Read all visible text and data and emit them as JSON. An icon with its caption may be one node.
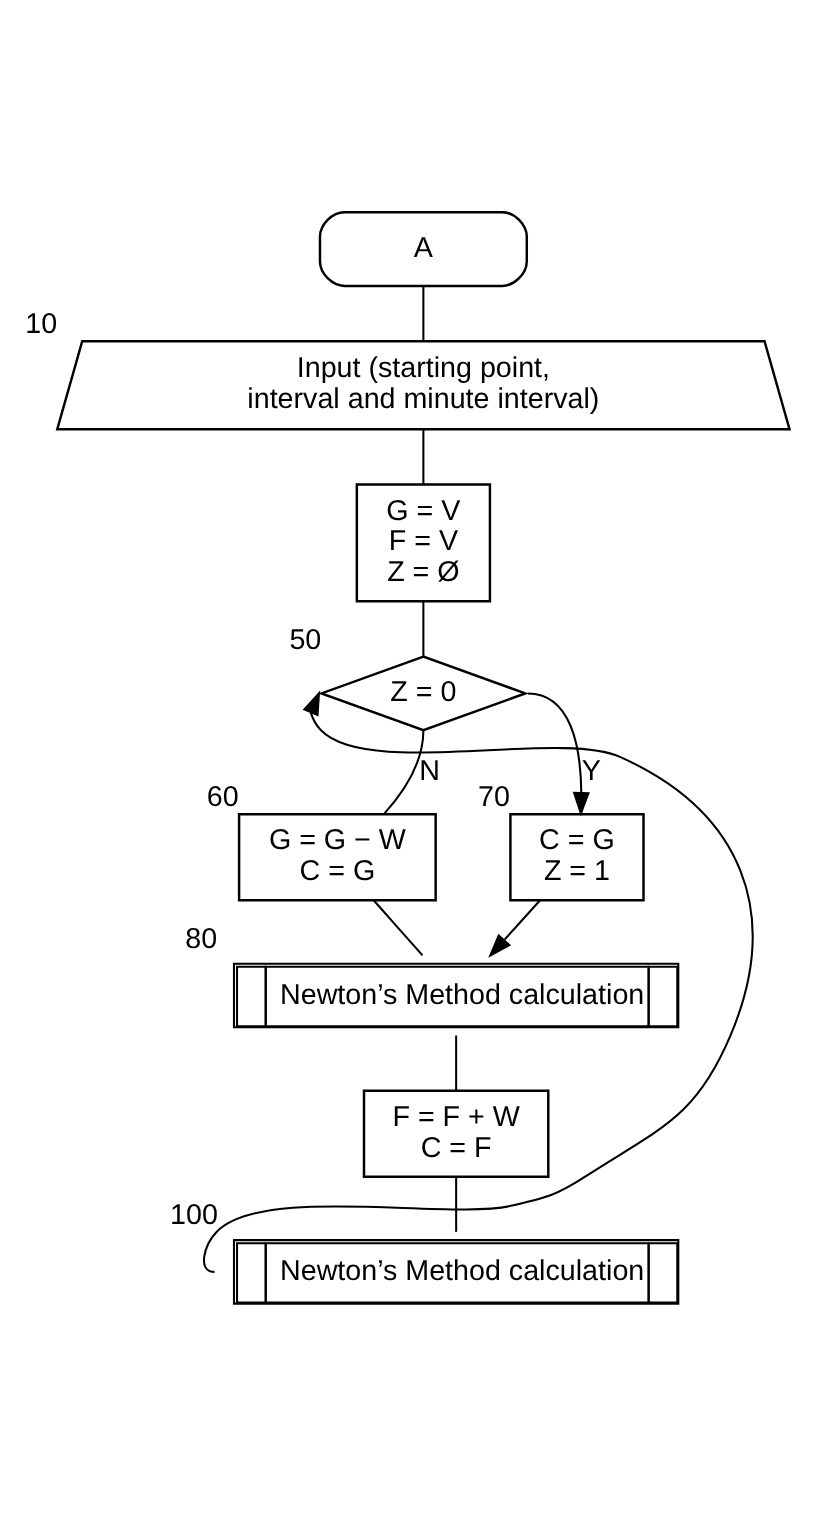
{
  "diagram": {
    "nodes": [
      {
        "text": [
          "A"
        ]
      },
      {
        "text": [
          "Input (starting point, interval and minute interval)"
        ],
        "beside": [
          "10"
        ]
      },
      {
        "text": [
          "G = V",
          "F = V",
          "Z = Ø"
        ]
      },
      {
        "text": [
          "Z = 0"
        ],
        "beside": [
          "50"
        ]
      },
      {
        "text": [
          "G = G − W",
          "C = G"
        ],
        "beside": [
          "60"
        ]
      },
      {
        "text": [
          "C = G",
          "Z = 1"
        ],
        "beside": [
          "70"
        ]
      },
      {
        "text": [
          "Newton’s Method calculation"
        ],
        "beside": [
          "80"
        ]
      },
      {
        "text": [
          "F = F + W",
          "C = F"
        ]
      },
      {
        "text": [
          "Newton’s Method calculation"
        ],
        "beside": [
          "100"
        ]
      }
    ],
    "edges": [
      {
        "from": 0,
        "to": 1,
        "arrow": "none"
      },
      {
        "from": 1,
        "to": 2,
        "arrow": "none"
      },
      {
        "from": 2,
        "to": 3,
        "arrow": "none"
      },
      {
        "from": 3,
        "to": 4,
        "label": "N",
        "arrow": "none"
      },
      {
        "from": 3,
        "to": 5,
        "label": "Y",
        "arrow": "to"
      },
      {
        "from": 4,
        "to": 6,
        "arrow": "none"
      },
      {
        "from": 5,
        "to": 6,
        "arrow": "to"
      },
      {
        "from": 6,
        "to": 7,
        "arrow": "none"
      },
      {
        "from": 7,
        "to": 8,
        "arrow": "none"
      },
      {
        "from": 8,
        "to": 3,
        "arrow": "to"
      }
    ]
  }
}
